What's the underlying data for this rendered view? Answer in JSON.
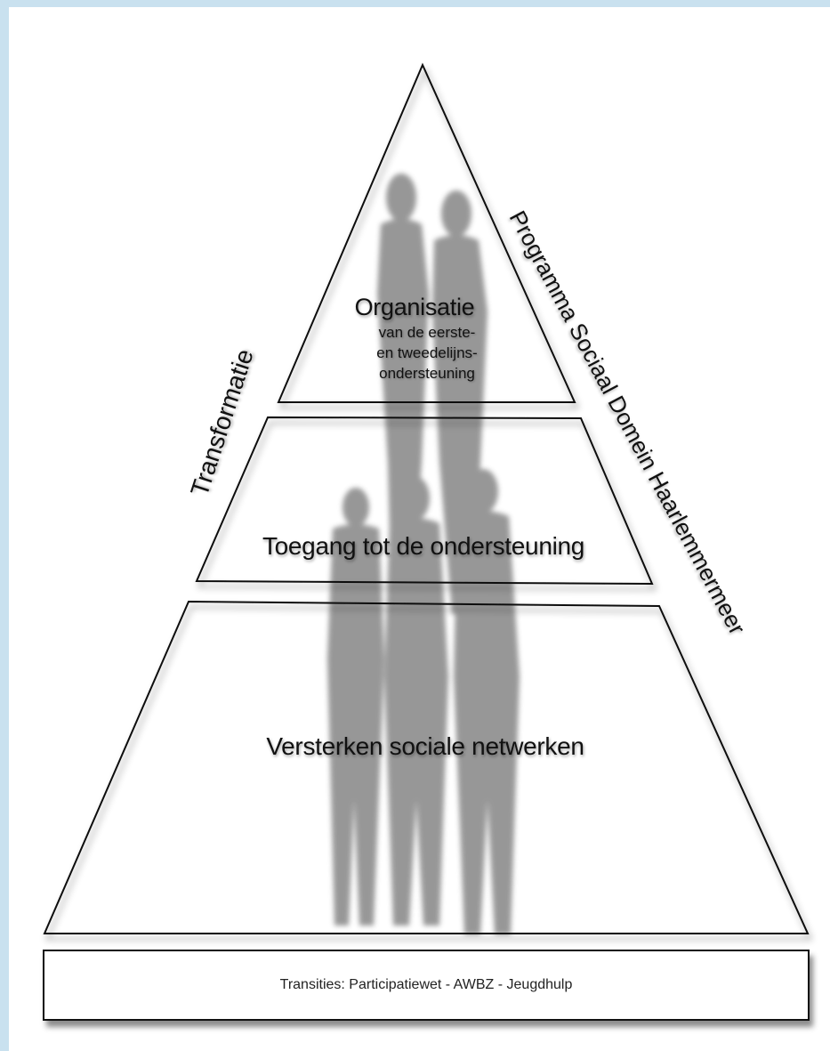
{
  "tiers": {
    "top": {
      "title": "Organisatie",
      "subtitle_lines": [
        "van de eerste-",
        "en tweedelijns-",
        "ondersteuning"
      ]
    },
    "middle": {
      "title": "Toegang tot de ondersteuning"
    },
    "base": {
      "title": "Versterken sociale netwerken"
    }
  },
  "side_labels": {
    "left": "Transformatie",
    "right": "Programma Sociaal Domein Haarlemmermeer"
  },
  "foundation": {
    "text": "Transities:  Participatiewet - AWBZ - Jeugdhulp"
  },
  "colors": {
    "background": "#c9e1ef",
    "silhouette": "#8f8f8f",
    "outline": "#111111"
  }
}
